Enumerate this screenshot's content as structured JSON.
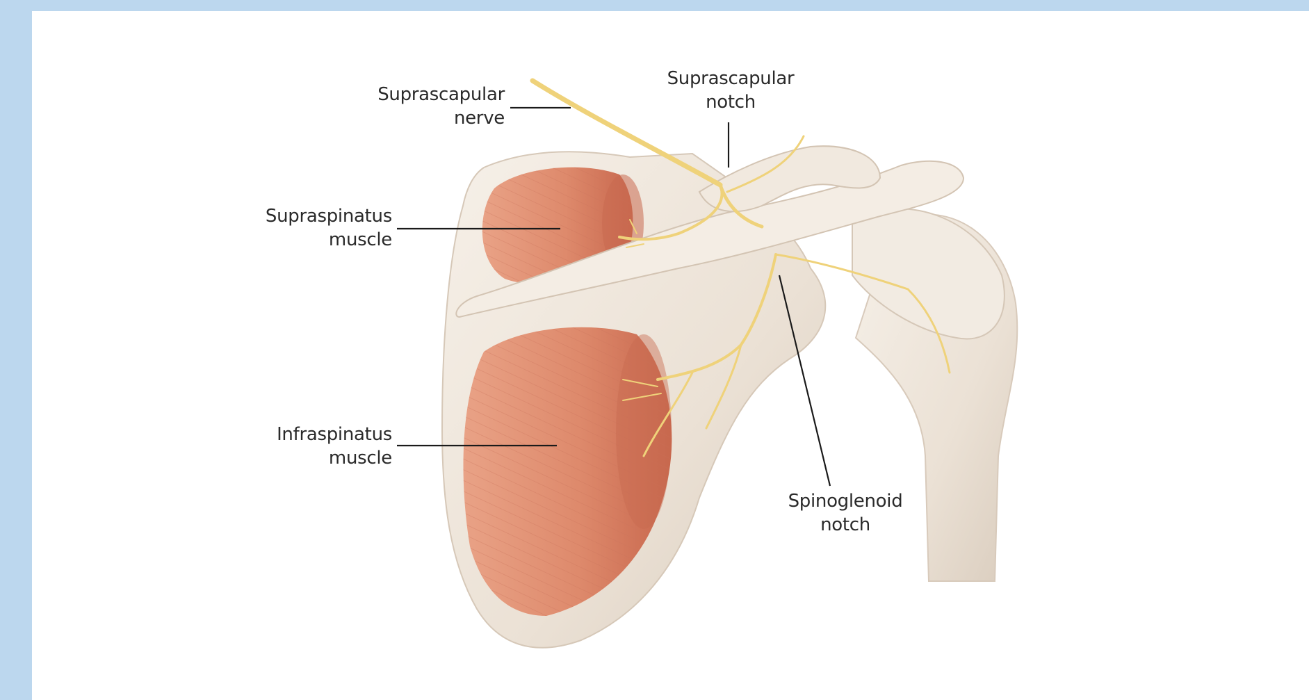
{
  "labels": {
    "suprascapular_nerve": [
      "Suprascapular",
      "nerve"
    ],
    "suprascapular_notch": [
      "Suprascapular",
      "notch"
    ],
    "supraspinatus_muscle": [
      "Supraspinatus",
      "muscle"
    ],
    "infraspinatus_muscle": [
      "Infraspinatus",
      "muscle"
    ],
    "spinoglenoid_notch": [
      "Spinoglenoid",
      "notch"
    ]
  },
  "colors": {
    "background": "#bcd7ee",
    "panel": "#ffffff",
    "bone": "#ece3d8",
    "muscle": "#d98468",
    "nerve": "#f1d67a",
    "leader_line": "#1a1a1a"
  }
}
